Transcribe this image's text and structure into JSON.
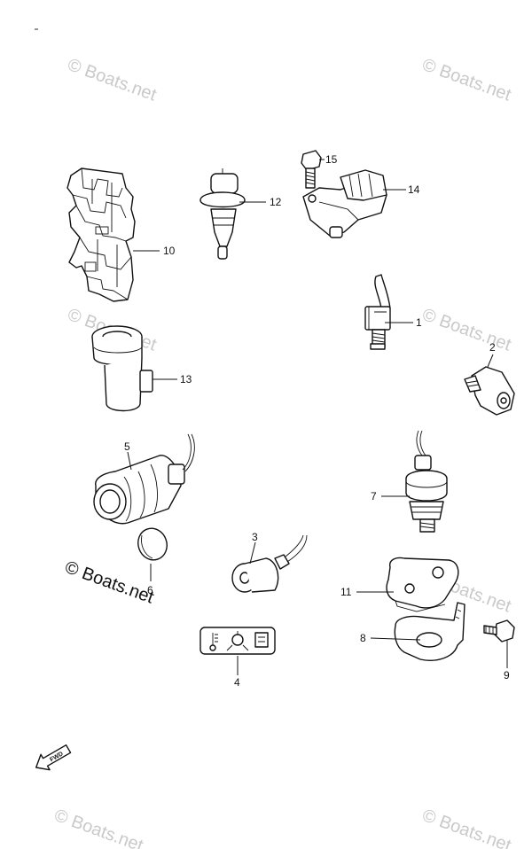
{
  "watermark_text": "© Boats.net",
  "credit_text": "© Boats.net",
  "fwd_label": "FWD",
  "callouts": [
    {
      "id": "1",
      "label": "1"
    },
    {
      "id": "2",
      "label": "2"
    },
    {
      "id": "3",
      "label": "3"
    },
    {
      "id": "4",
      "label": "4"
    },
    {
      "id": "5",
      "label": "5"
    },
    {
      "id": "6",
      "label": "6"
    },
    {
      "id": "7",
      "label": "7"
    },
    {
      "id": "8",
      "label": "8"
    },
    {
      "id": "9",
      "label": "9"
    },
    {
      "id": "10",
      "label": "10"
    },
    {
      "id": "11",
      "label": "11"
    },
    {
      "id": "12",
      "label": "12"
    },
    {
      "id": "13",
      "label": "13"
    },
    {
      "id": "14",
      "label": "14"
    },
    {
      "id": "15",
      "label": "15"
    }
  ],
  "colors": {
    "ink": "#111111",
    "watermark": "#c9c9c9",
    "background": "#ffffff"
  },
  "icons": [
    "fwd-arrow-icon",
    "thermometer-icon",
    "oil-can-icon",
    "battery-icon"
  ]
}
